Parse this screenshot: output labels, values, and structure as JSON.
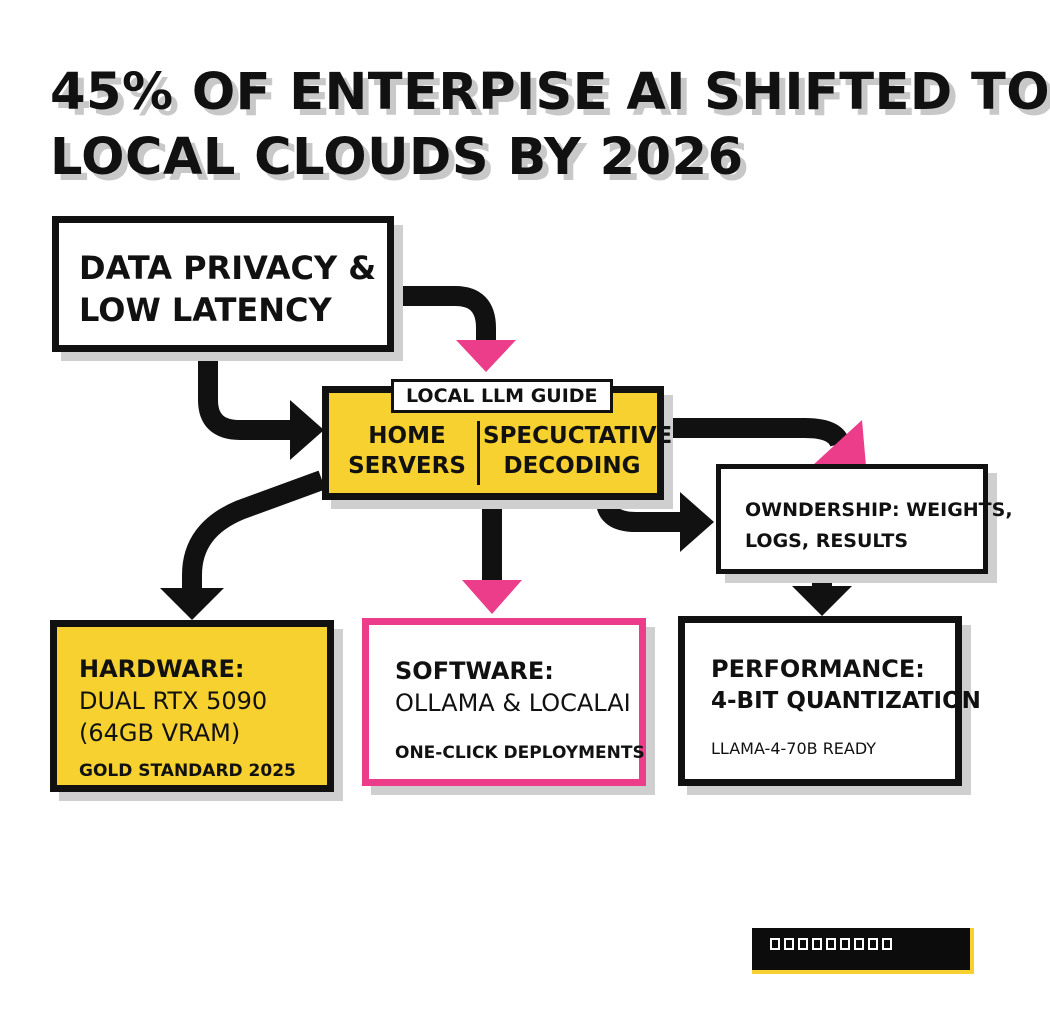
{
  "headline": {
    "line1": "45% OF ENTERPISE AI SHIFTED TO",
    "line2": "LOCAL CLOUDS BY 2026"
  },
  "boxes": {
    "privacy": {
      "line1": "DATA PRIVACY &",
      "line2": "LOW LATENCY"
    },
    "guide": {
      "tag": "LOCAL LLM GUIDE",
      "left": {
        "line1": "HOME",
        "line2": "SERVERS"
      },
      "right": {
        "line1": "SPECUCTATIVE",
        "line2": "DECODING"
      }
    },
    "ownership": {
      "line1": "OWNDERSHIP: WEIGHTS,",
      "line2": "LOGS, RESULTS"
    },
    "hardware": {
      "title": "HARDWARE:",
      "body1": "DUAL RTX 5090",
      "body2": "(64GB VRAM)",
      "note": "GOLD STANDARD 2025"
    },
    "software": {
      "title": "SOFTWARE:",
      "body": "OLLAMA & LOCALAI",
      "note": "ONE-CLICK DEPLOYMENTS"
    },
    "performance": {
      "title": "PERFORMANCE:",
      "body": "4-BIT QUANTIZATION",
      "note": "LLAMA-4-70B READY"
    }
  },
  "badge": {
    "glyph_count": 9
  },
  "colors": {
    "accent_yellow": "#f6d12f",
    "accent_pink": "#ec3d8a",
    "ink": "#111111",
    "shadow": "#cfcfcf"
  }
}
